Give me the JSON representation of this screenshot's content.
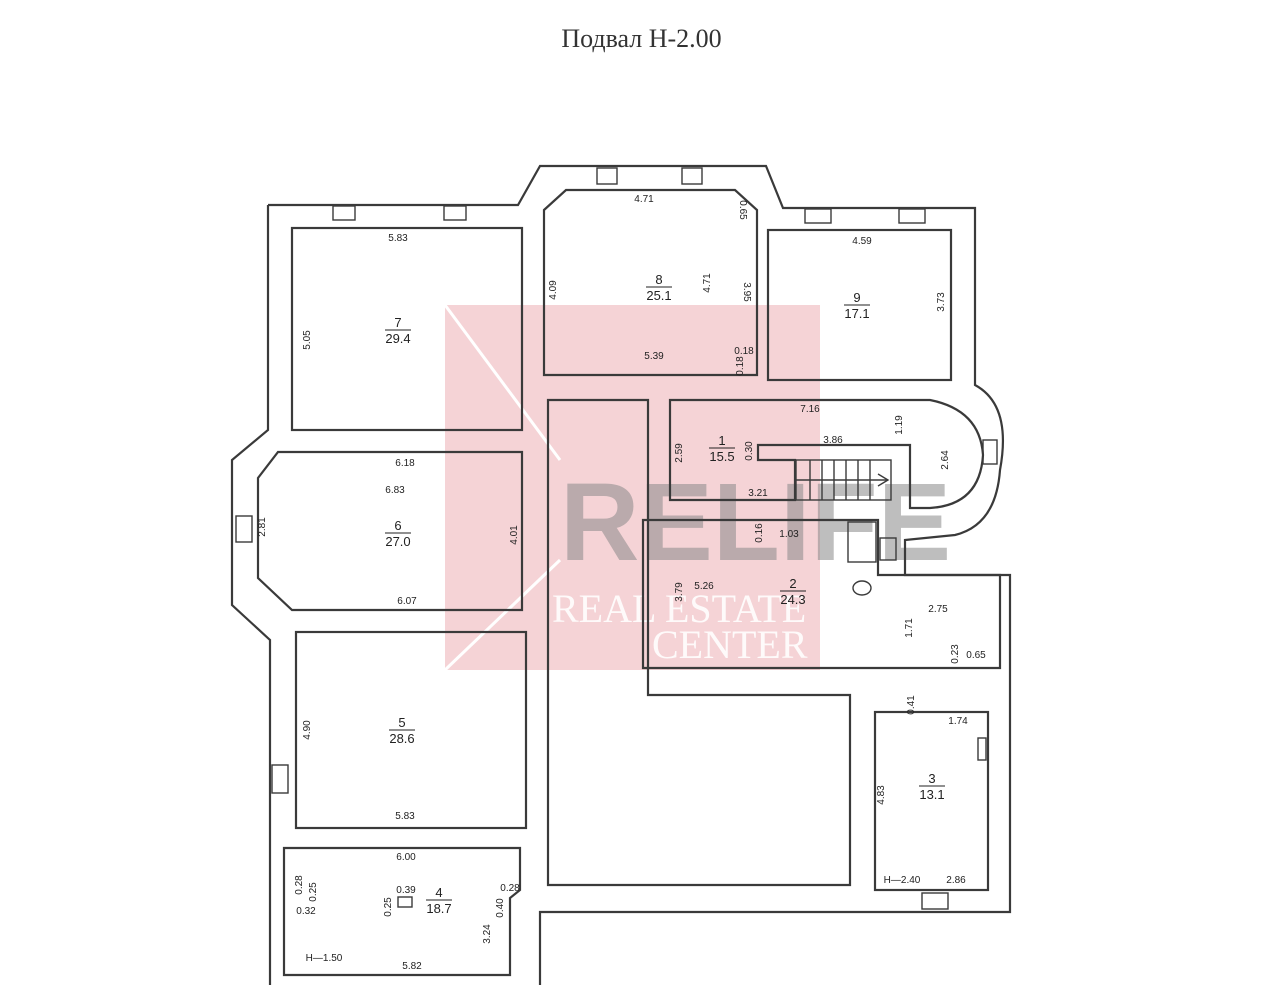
{
  "title": "Подвал Н-2.00",
  "watermark": {
    "brand": "RELIFE",
    "line1": "REAL ESTATE",
    "line2": "CENTER",
    "color": "#f2c4c8"
  },
  "rooms": [
    {
      "id": "7",
      "number": "7",
      "area": "29.4"
    },
    {
      "id": "8",
      "number": "8",
      "area": "25.1"
    },
    {
      "id": "9",
      "number": "9",
      "area": "17.1"
    },
    {
      "id": "6",
      "number": "6",
      "area": "27.0"
    },
    {
      "id": "1",
      "number": "1",
      "area": "15.5"
    },
    {
      "id": "2",
      "number": "2",
      "area": "24.3"
    },
    {
      "id": "5",
      "number": "5",
      "area": "28.6"
    },
    {
      "id": "3",
      "number": "3",
      "area": "13.1"
    },
    {
      "id": "4",
      "number": "4",
      "area": "18.7"
    }
  ],
  "dimensions": {
    "r7_top": "5.83",
    "r7_left": "5.05",
    "r8_top": "4.71",
    "r8_corner": "0.65",
    "r8_left": "4.09",
    "r8_mid": "4.71",
    "r8_right": "3.95",
    "r8_bottom": "5.39",
    "r8_a": "0.18",
    "r8_b": "0.18",
    "r9_top": "4.59",
    "r9_right": "3.73",
    "r1_top": "7.16",
    "r1_right": "1.19",
    "r1_stair": "3.86",
    "r1_left": "2.59",
    "r1_a": "0.30",
    "r1_round": "2.64",
    "r1_bottom": "3.21",
    "r6_top": "6.18",
    "r6_inner": "6.83",
    "r6_left": "2.81",
    "r6_right": "4.01",
    "r6_bottom": "6.07",
    "r2_a": "0.16",
    "r2_b": "1.03",
    "r2_left": "3.79",
    "r2_c": "5.26",
    "r2_d": "2.75",
    "r2_e": "1.71",
    "r2_f": "0.23",
    "r2_g": "0.65",
    "r5_left": "4.90",
    "r5_bottom": "5.83",
    "r3_a": "0.41",
    "r3_top": "1.74",
    "r3_left": "4.83",
    "r3_bottom": "2.86",
    "r4_top": "6.00",
    "r4_a": "0.28",
    "r4_b": "0.25",
    "r4_c": "0.32",
    "r4_d": "0.39",
    "r4_e": "0.25",
    "r4_f": "0.28",
    "r4_g": "0.40",
    "r4_h": "3.24",
    "r4_bottom": "5.82"
  },
  "levels": {
    "r3": "Н—2.40",
    "r4": "Н—1.50"
  }
}
